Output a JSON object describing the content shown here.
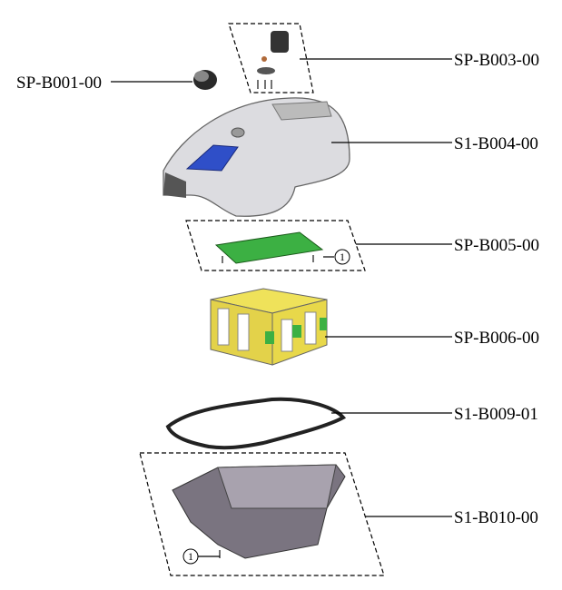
{
  "parts": [
    {
      "id": "SP-B003-00"
    },
    {
      "id": "SP-B001-00"
    },
    {
      "id": "S1-B004-00"
    },
    {
      "id": "SP-B005-00"
    },
    {
      "id": "SP-B006-00"
    },
    {
      "id": "S1-B009-01"
    },
    {
      "id": "S1-B010-00"
    }
  ],
  "callouts": [
    "1",
    "1"
  ],
  "colors": {
    "pcb": "#3cb043",
    "filter": "#e8d84a",
    "cover": "#d8d8dc",
    "button": "#2f4fc8",
    "base": "#6a6470"
  }
}
